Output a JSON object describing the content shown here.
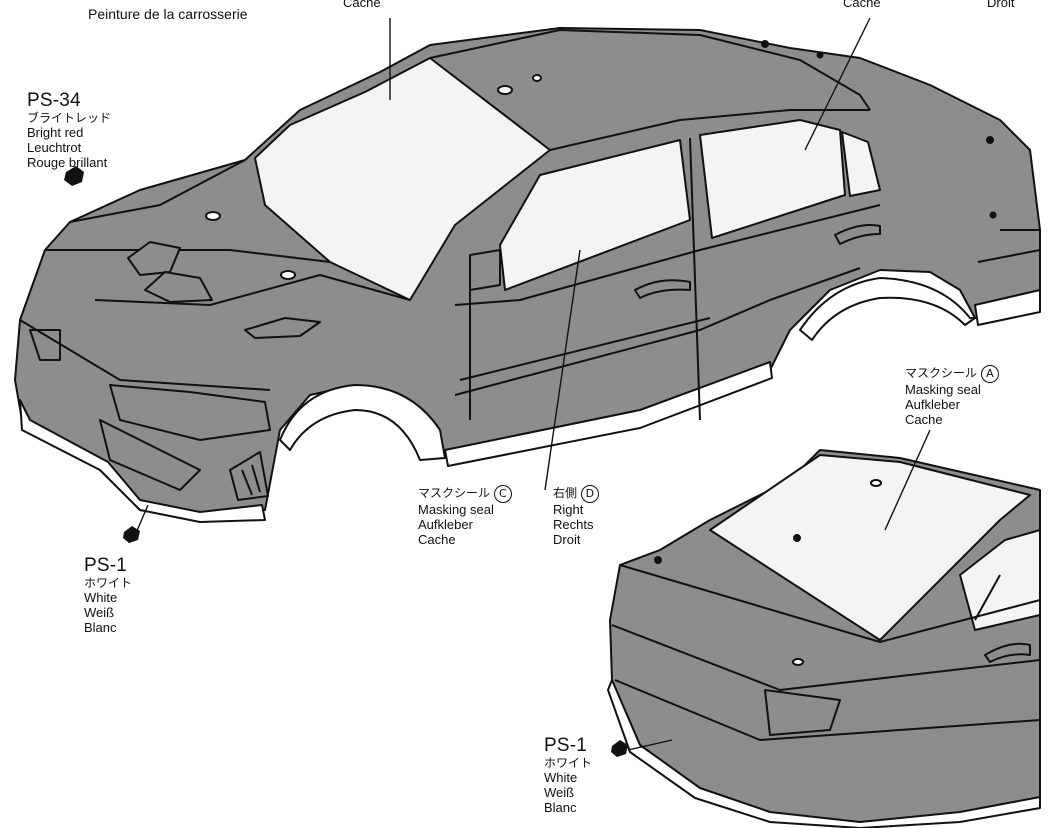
{
  "top": {
    "header_fragment": "Peinture de la carrosserie",
    "cache_left": "Cache",
    "cache_right": "Cache",
    "droit_right": "Droit"
  },
  "ps34": {
    "code": "PS-34",
    "jp": "ブライトレッド",
    "en": "Bright red",
    "de": "Leuchtrot",
    "fr": "Rouge brillant"
  },
  "ps1_front": {
    "code": "PS-1",
    "jp": "ホワイト",
    "en": "White",
    "de": "Weiß",
    "fr": "Blanc"
  },
  "ps1_rear": {
    "code": "PS-1",
    "jp": "ホワイト",
    "en": "White",
    "de": "Weiß",
    "fr": "Blanc"
  },
  "mask_c": {
    "jp": "マスクシール",
    "badge": "C",
    "en": "Masking seal",
    "de": "Aufkleber",
    "fr": "Cache"
  },
  "right_d": {
    "jp": "右側",
    "badge": "D",
    "en": "Right",
    "de": "Rechts",
    "fr": "Droit"
  },
  "mask_a": {
    "jp": "マスクシール",
    "badge": "A",
    "en": "Masking seal",
    "de": "Aufkleber",
    "fr": "Cache"
  },
  "colors": {
    "body_paint": "#8d8d8d",
    "window": "#f4f4f4",
    "white_trim": "#ffffff",
    "ink": "#111111"
  }
}
